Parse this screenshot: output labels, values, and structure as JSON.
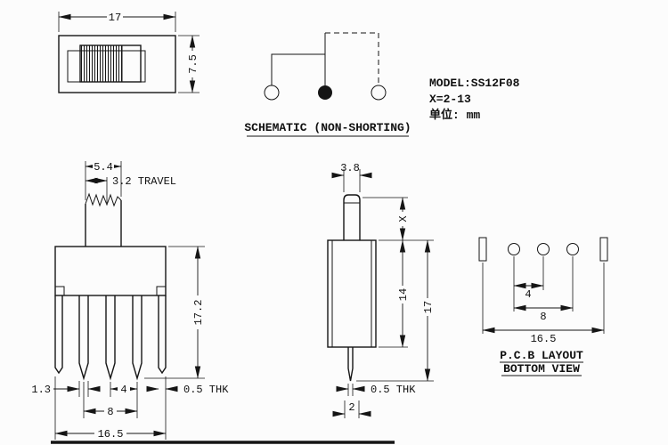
{
  "info": {
    "model": "MODEL:SS12F08",
    "x_range": "X=2-13",
    "unit": "单位: mm"
  },
  "schematic": {
    "label": "SCHEMATIC (NON-SHORTING)"
  },
  "top_view": {
    "dim_width": "17",
    "dim_height": "7.5"
  },
  "front_view": {
    "dim_knob_width": "5.4",
    "dim_travel": "3.2 TRAVEL",
    "dim_height": "17.2",
    "dim_pin_width": "1.3",
    "dim_pin_pitch": "4",
    "dim_pin_span": "8",
    "dim_total_width": "16.5",
    "dim_thickness": "0.5 THK"
  },
  "side_view": {
    "dim_knob_width": "3.8",
    "dim_knob_height": "X",
    "dim_body_height": "14",
    "dim_total_height": "17",
    "dim_thickness": "0.5 THK",
    "dim_pin_width": "2"
  },
  "pcb_layout": {
    "dim_pitch": "4",
    "dim_span": "8",
    "dim_total": "16.5",
    "title_line1": "P.C.B LAYOUT",
    "title_line2": "BOTTOM VIEW"
  }
}
